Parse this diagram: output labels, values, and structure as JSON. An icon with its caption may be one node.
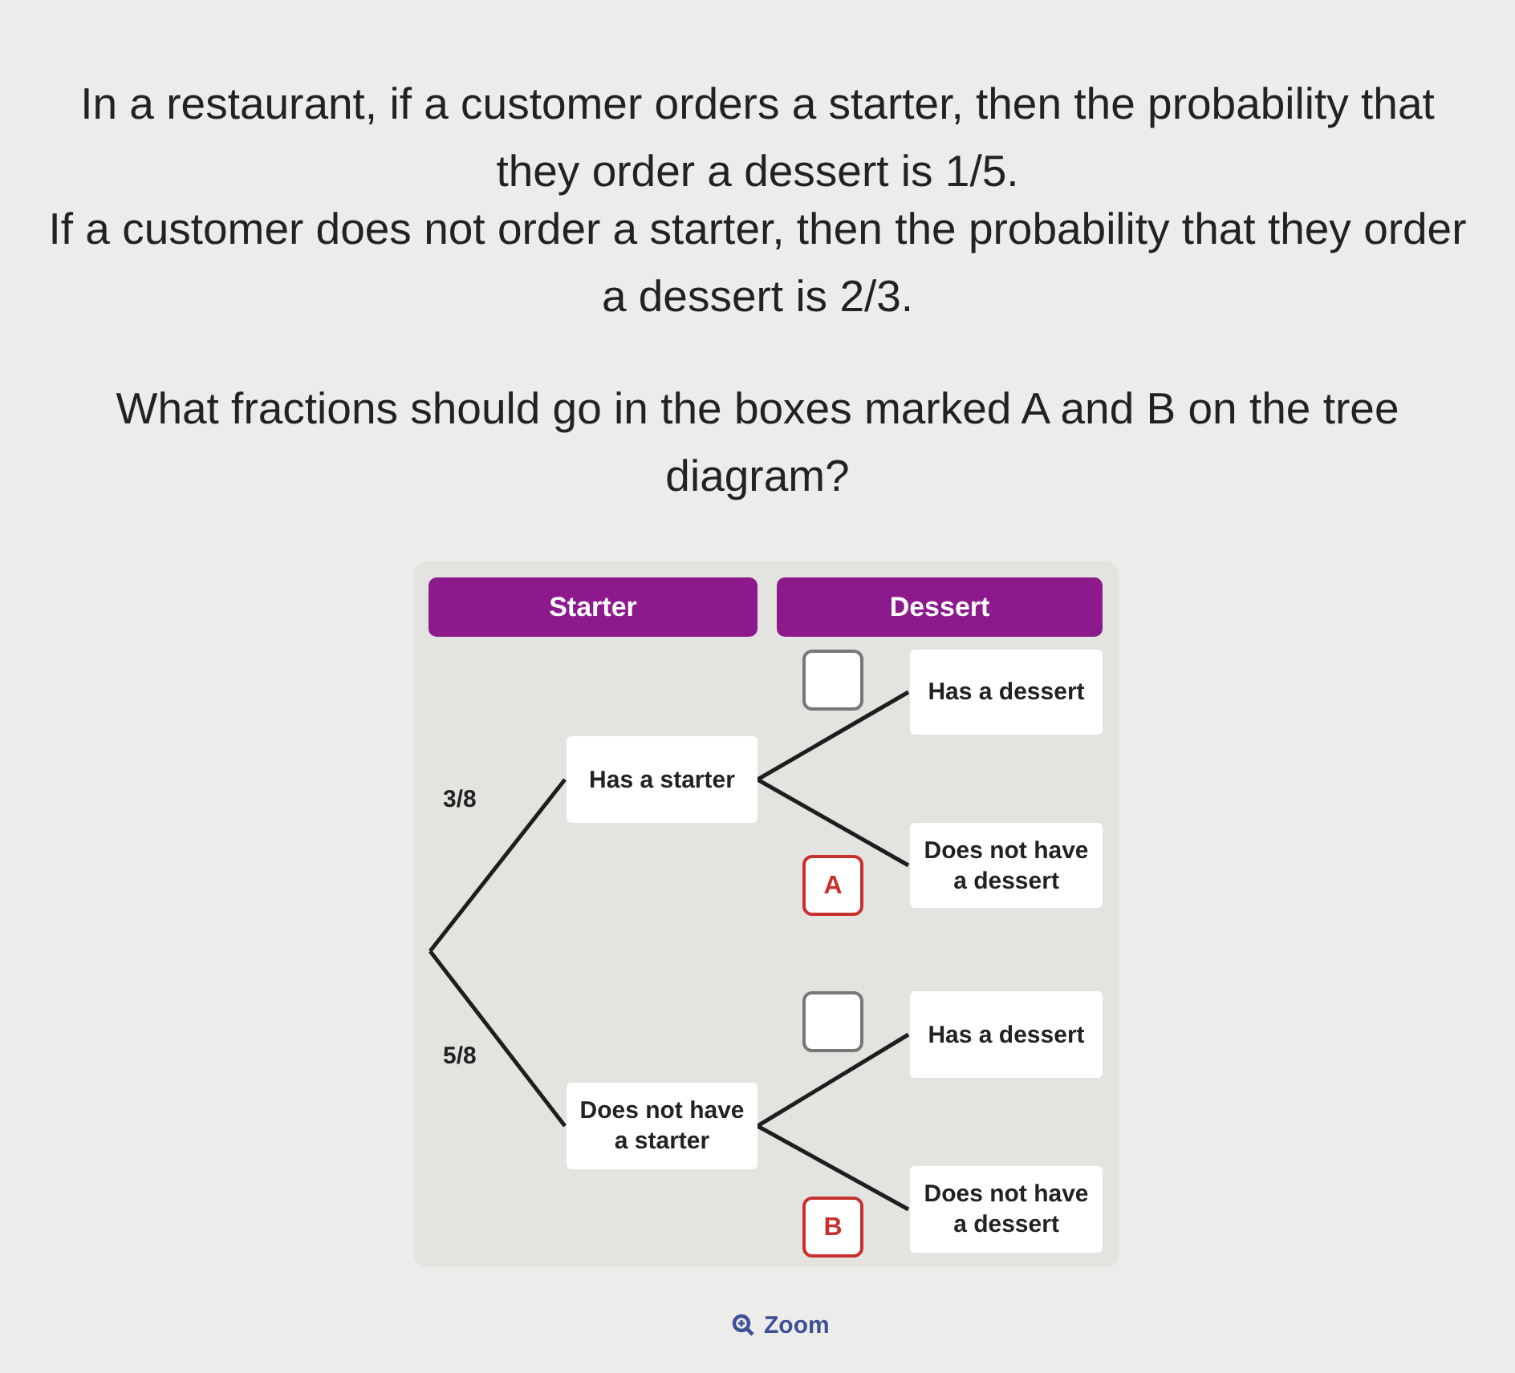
{
  "diagram": {
    "title": "In a restaurant, if a customer orders a starter, then the probability that they order a dessert is 1/5.",
    "nodes": [
      {
        "text": [
          "Starter"
        ]
      },
      {
        "text": [
          "Dessert"
        ]
      },
      {
        "text": [
          "Has a starter"
        ]
      },
      {
        "text": [
          "Does not have a starter"
        ]
      },
      {
        "text": [
          "Has a dessert"
        ]
      },
      {
        "text": [
          "Does not have a dessert"
        ]
      },
      {
        "text": [
          "Has a dessert"
        ]
      },
      {
        "text": [
          "Does not have a dessert"
        ]
      },
      {
        "text": [],
        "shape": "box"
      },
      {
        "text": [
          "A"
        ]
      },
      {
        "text": [],
        "shape": "box"
      },
      {
        "text": [
          "B"
        ]
      }
    ],
    "edges": [
      {
        "from": null,
        "to": 2,
        "arrow": "none",
        "label": "3/8"
      },
      {
        "from": null,
        "to": 3,
        "arrow": "none",
        "label": "5/8"
      },
      {
        "from": 2,
        "to": 4,
        "arrow": "none"
      },
      {
        "from": 2,
        "to": 5,
        "arrow": "none"
      },
      {
        "from": 3,
        "to": 6,
        "arrow": "none"
      },
      {
        "from": 3,
        "to": 7,
        "arrow": "none"
      }
    ],
    "labels": [
      "If a customer does not order a starter, then the probability that they order a dessert is 2/3.",
      "What fractions should go in the boxes marked A and B on the tree diagram?",
      "Zoom"
    ]
  }
}
